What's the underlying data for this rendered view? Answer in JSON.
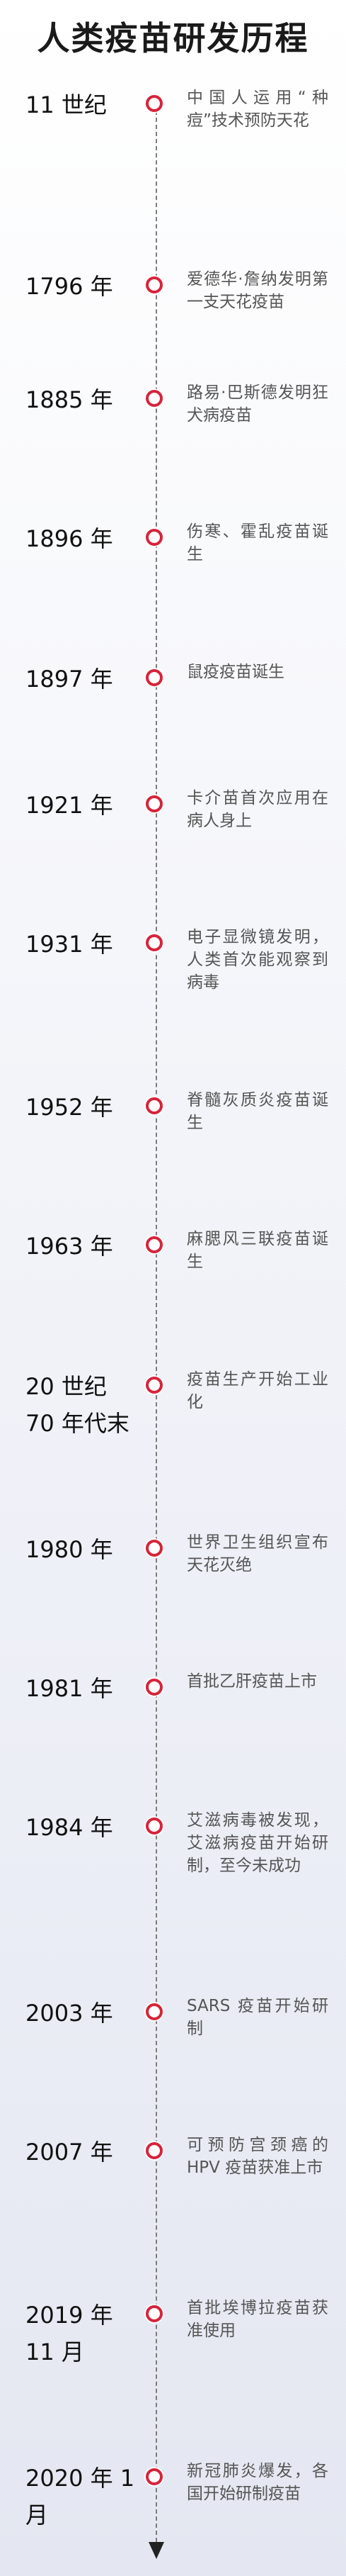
{
  "title": "人类疫苗研发历程",
  "events": [
    {
      "date": "11 世纪",
      "desc": "中国人运用“种痘”技术预防天花"
    },
    {
      "date": "1796 年",
      "desc": "爱德华·詹纳发明第一支天花疫苗"
    },
    {
      "date": "1885 年",
      "desc": "路易·巴斯德发明狂犬病疫苗"
    },
    {
      "date": "1896 年",
      "desc": "伤寒、霍乱疫苗诞生"
    },
    {
      "date": "1897 年",
      "desc": "鼠疫疫苗诞生"
    },
    {
      "date": "1921 年",
      "desc": "卡介苗首次应用在病人身上"
    },
    {
      "date": "1931 年",
      "desc": "电子显微镜发明，人类首次能观察到病毒"
    },
    {
      "date": "1952 年",
      "desc": "脊髓灰质炎疫苗诞生"
    },
    {
      "date": "1963 年",
      "desc": "麻腮风三联疫苗诞生"
    },
    {
      "date": "20 世纪 70 年代末",
      "desc": "疫苗生产开始工业化"
    },
    {
      "date": "1980 年",
      "desc": "世界卫生组织宣布天花灭绝"
    },
    {
      "date": "1981 年",
      "desc": "首批乙肝疫苗上市"
    },
    {
      "date": "1984 年",
      "desc": "艾滋病毒被发现，艾滋病疫苗开始研制，至今未成功"
    },
    {
      "date": "2003 年",
      "desc": "SARS 疫苗开始研制"
    },
    {
      "date": "2007 年",
      "desc": "可预防宫颈癌的 HPV 疫苗获准上市"
    },
    {
      "date": "2019 年 11 月",
      "desc": "首批埃博拉疫苗获准使用"
    },
    {
      "date": "2020 年 1 月",
      "desc": "新冠肺炎爆发，各国开始研制疫苗"
    }
  ]
}
